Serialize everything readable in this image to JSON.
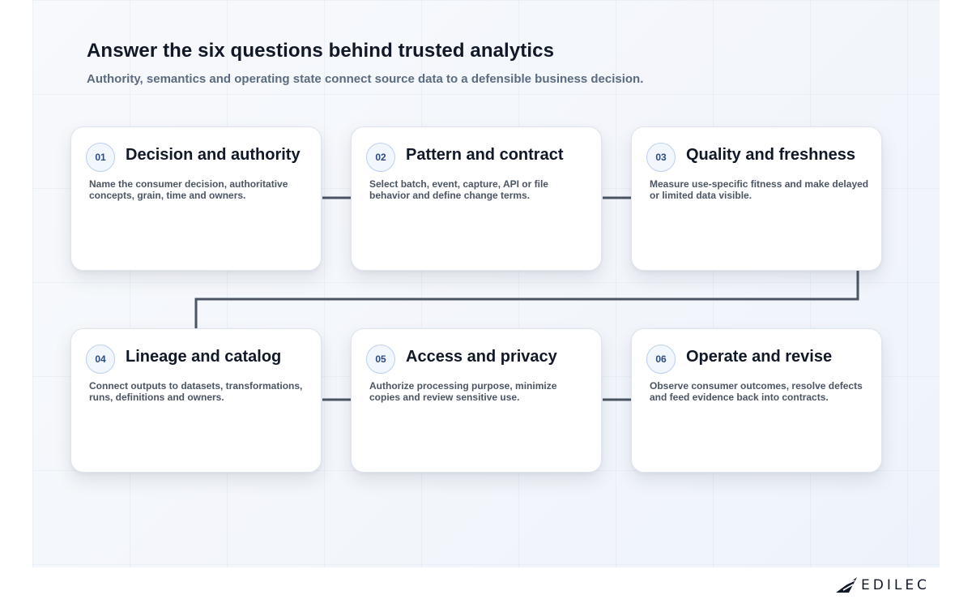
{
  "header": {
    "title": "Answer the six questions behind trusted analytics",
    "subtitle": "Authority, semantics and operating state connect source data to a defensible business decision."
  },
  "steps": [
    {
      "number": "01",
      "title": "Decision and authority",
      "description": "Name the consumer decision, authoritative concepts, grain, time and owners."
    },
    {
      "number": "02",
      "title": "Pattern and contract",
      "description": "Select batch, event, capture, API or file behavior and define change terms."
    },
    {
      "number": "03",
      "title": "Quality and freshness",
      "description": "Measure use-specific fitness and make delayed or limited data visible."
    },
    {
      "number": "04",
      "title": "Lineage and catalog",
      "description": "Connect outputs to datasets, transformations, runs, definitions and owners."
    },
    {
      "number": "05",
      "title": "Access and privacy",
      "description": "Authorize processing purpose, minimize copies and review sensitive use."
    },
    {
      "number": "06",
      "title": "Operate and revise",
      "description": "Observe consumer outcomes, resolve defects and feed evidence back into contracts."
    }
  ],
  "colors": {
    "connector": "#4b5563",
    "badge_border": "#bcd0ee",
    "badge_text": "#2b4c7e"
  },
  "brand": {
    "name": "EDILEC"
  }
}
